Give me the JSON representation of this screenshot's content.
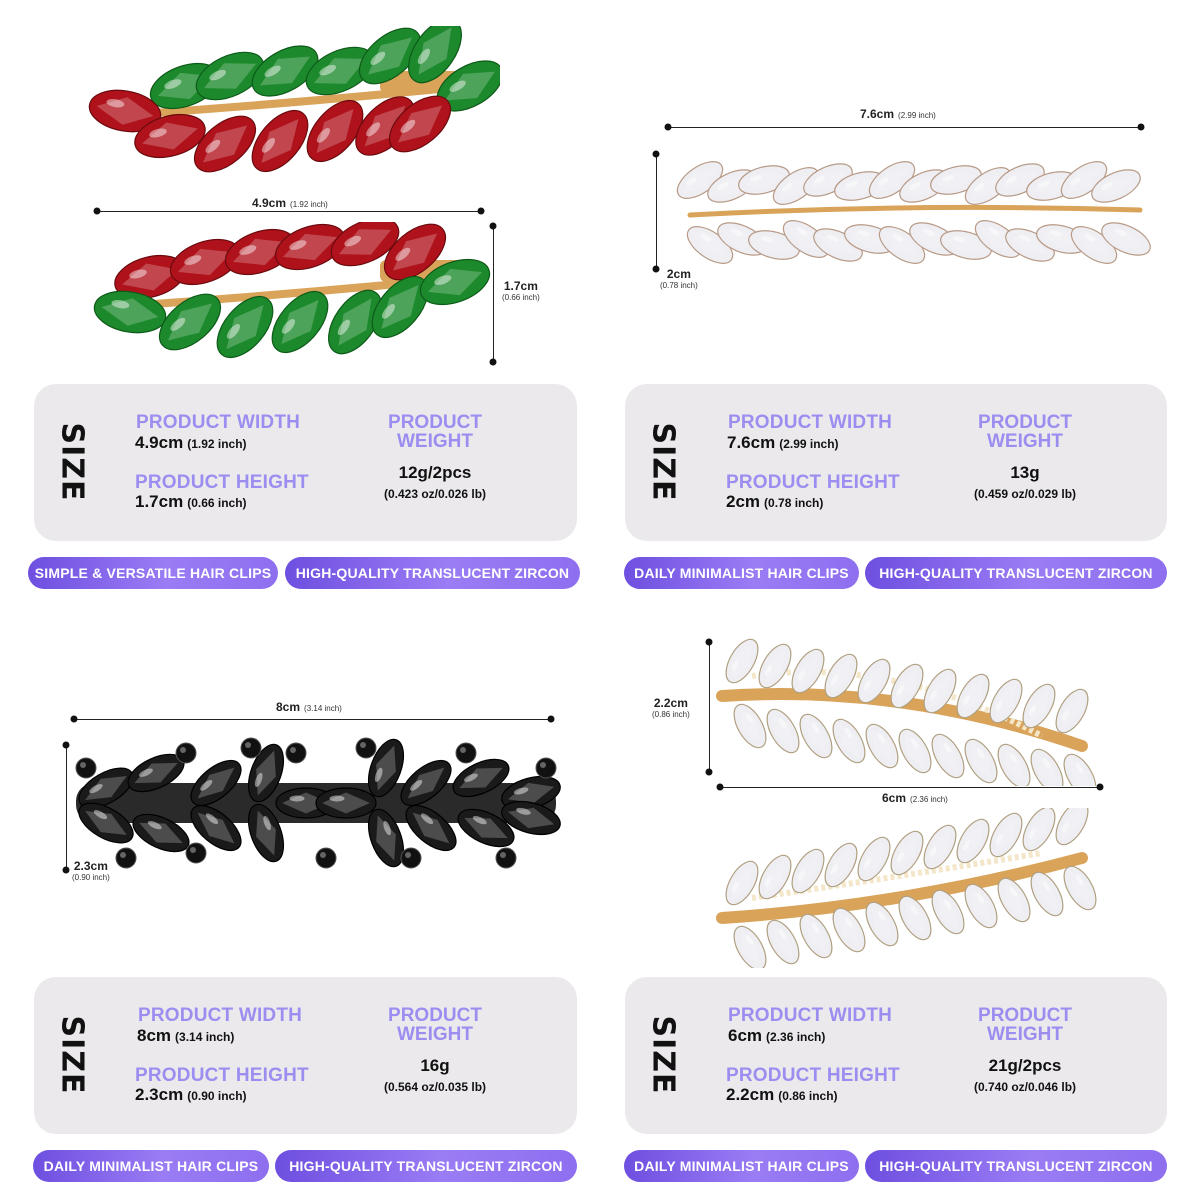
{
  "colors": {
    "accent": "#9b8ef0",
    "tag_gradient_start": "#6e4fe0",
    "tag_gradient_end": "#9a7cf5",
    "card_bg": "#ebe9ec",
    "red_stone": "#b0121b",
    "green_stone": "#1c8a2c",
    "black_stone": "#1a1a1a",
    "clear_stone": "#eeeef3",
    "metal_gold": "#d9a35a"
  },
  "products": [
    {
      "dims": {
        "width": "4.9cm",
        "width_sub": "(1.92 inch)",
        "height": "1.7cm",
        "height_sub": "(0.66 inch)"
      },
      "card": {
        "size_label": "SIZE",
        "width_label": "PRODUCT WIDTH",
        "width_value": "4.9cm",
        "width_sub": "(1.92 inch)",
        "height_label": "PRODUCT HEIGHT",
        "height_value": "1.7cm",
        "height_sub": "(0.66 inch)",
        "weight_label_1": "PRODUCT",
        "weight_label_2": "WEIGHT",
        "weight_value": "12g/2pcs",
        "weight_sub": "(0.423 oz/0.026 lb)"
      },
      "tags": [
        "SIMPLE & VERSATILE HAIR CLIPS",
        "HIGH-QUALITY TRANSLUCENT ZIRCON"
      ]
    },
    {
      "dims": {
        "width": "7.6cm",
        "width_sub": "(2.99 inch)",
        "height": "2cm",
        "height_sub": "(0.78 inch)"
      },
      "card": {
        "size_label": "SIZE",
        "width_label": "PRODUCT WIDTH",
        "width_value": "7.6cm",
        "width_sub": "(2.99 inch)",
        "height_label": "PRODUCT HEIGHT",
        "height_value": "2cm",
        "height_sub": "(0.78 inch)",
        "weight_label_1": "PRODUCT",
        "weight_label_2": "WEIGHT",
        "weight_value": "13g",
        "weight_sub": "(0.459 oz/0.029 lb)"
      },
      "tags": [
        "DAILY MINIMALIST HAIR CLIPS",
        "HIGH-QUALITY TRANSLUCENT ZIRCON"
      ]
    },
    {
      "dims": {
        "width": "8cm",
        "width_sub": "(3.14 inch)",
        "height": "2.3cm",
        "height_sub": "(0.90 inch)"
      },
      "card": {
        "size_label": "SIZE",
        "width_label": "PRODUCT WIDTH",
        "width_value": "8cm",
        "width_sub": "(3.14 inch)",
        "height_label": "PRODUCT HEIGHT",
        "height_value": "2.3cm",
        "height_sub": "(0.90 inch)",
        "weight_label_1": "PRODUCT",
        "weight_label_2": "WEIGHT",
        "weight_value": "16g",
        "weight_sub": "(0.564 oz/0.035 lb)"
      },
      "tags": [
        "DAILY MINIMALIST HAIR CLIPS",
        "HIGH-QUALITY TRANSLUCENT ZIRCON"
      ]
    },
    {
      "dims": {
        "width": "6cm",
        "width_sub": "(2.36 inch)",
        "height": "2.2cm",
        "height_sub": "(0.86 inch)"
      },
      "card": {
        "size_label": "SIZE",
        "width_label": "PRODUCT WIDTH",
        "width_value": "6cm",
        "width_sub": "(2.36 inch)",
        "height_label": "PRODUCT HEIGHT",
        "height_value": "2.2cm",
        "height_sub": "(0.86 inch)",
        "weight_label_1": "PRODUCT",
        "weight_label_2": "WEIGHT",
        "weight_value": "21g/2pcs",
        "weight_sub": "(0.740 oz/0.046 lb)"
      },
      "tags": [
        "DAILY MINIMALIST HAIR CLIPS",
        "HIGH-QUALITY TRANSLUCENT ZIRCON"
      ]
    }
  ]
}
